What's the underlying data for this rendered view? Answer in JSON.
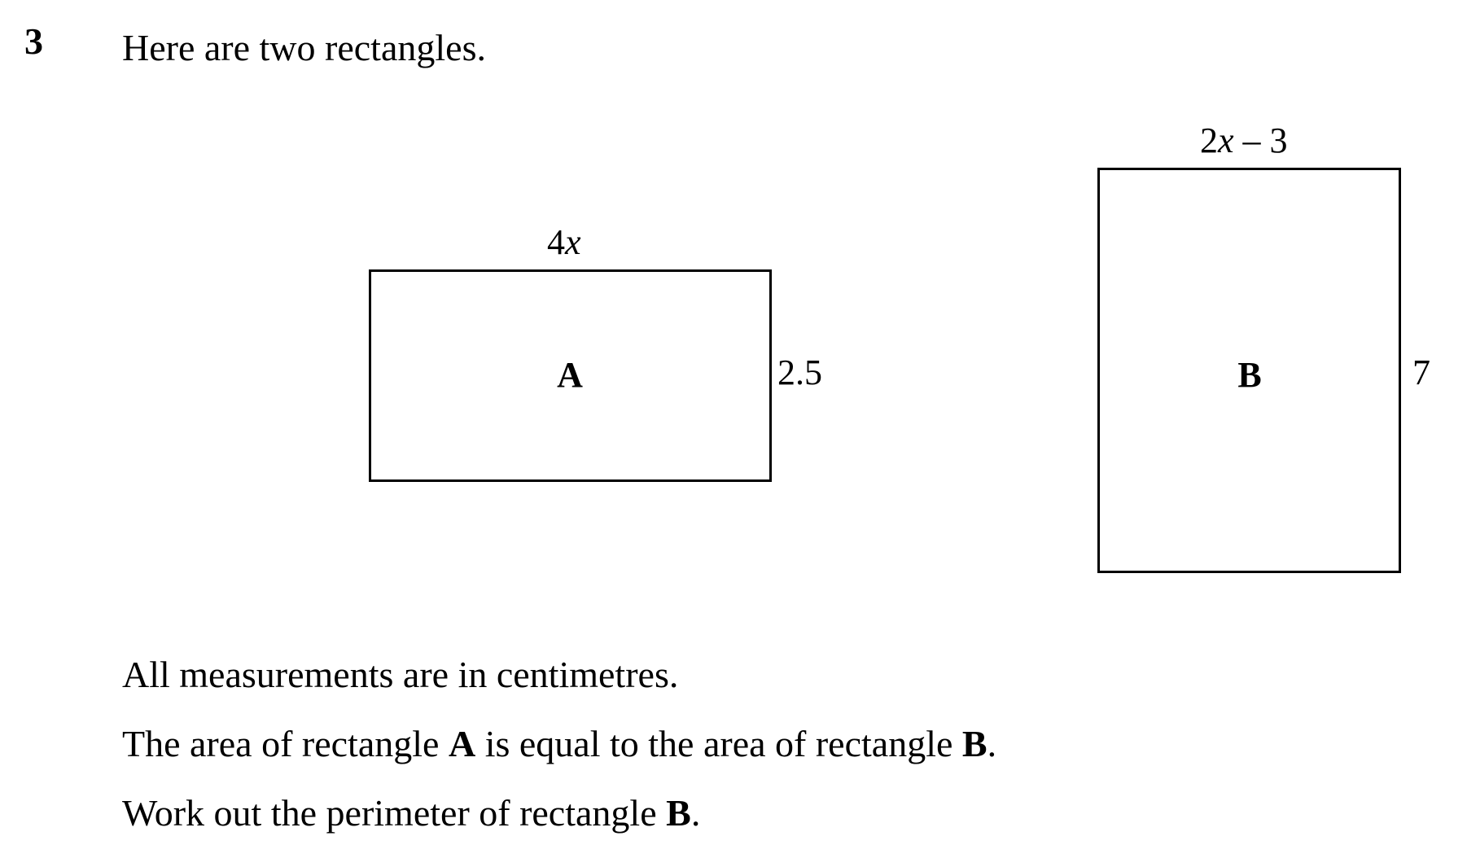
{
  "question": {
    "number": "3",
    "intro": "Here are two rectangles."
  },
  "rect_a": {
    "label": "A",
    "top_coeff": "4",
    "top_var": "x",
    "side": "2.5"
  },
  "rect_b": {
    "label": "B",
    "top_coeff": "2",
    "top_var": "x",
    "top_rest": " – 3",
    "side": "7"
  },
  "text": {
    "line1": "All measurements are in centimetres.",
    "line2_part1": "The area of rectangle ",
    "line2_bold1": "A",
    "line2_part2": " is equal to the area of rectangle ",
    "line2_bold2": "B",
    "line2_part3": ".",
    "line3_part1": "Work out the perimeter of rectangle ",
    "line3_bold": "B",
    "line3_part2": "."
  }
}
